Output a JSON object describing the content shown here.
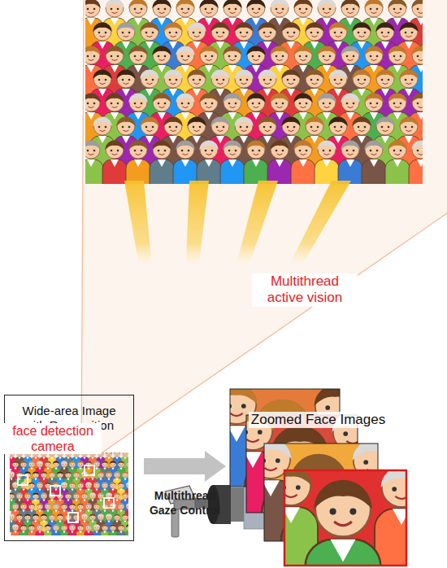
{
  "diagram": {
    "nodes": [
      {
        "text": [
          "Wide-area Image with Recognition"
        ]
      },
      {
        "text": [
          "Zoomed Face Images"
        ]
      }
    ],
    "edges": [
      {
        "from": 0,
        "to": 1,
        "arrow": "to",
        "label": "Multithread Gaze Control"
      }
    ],
    "labels": [
      "face detection camera",
      "Multithread active vision"
    ]
  }
}
